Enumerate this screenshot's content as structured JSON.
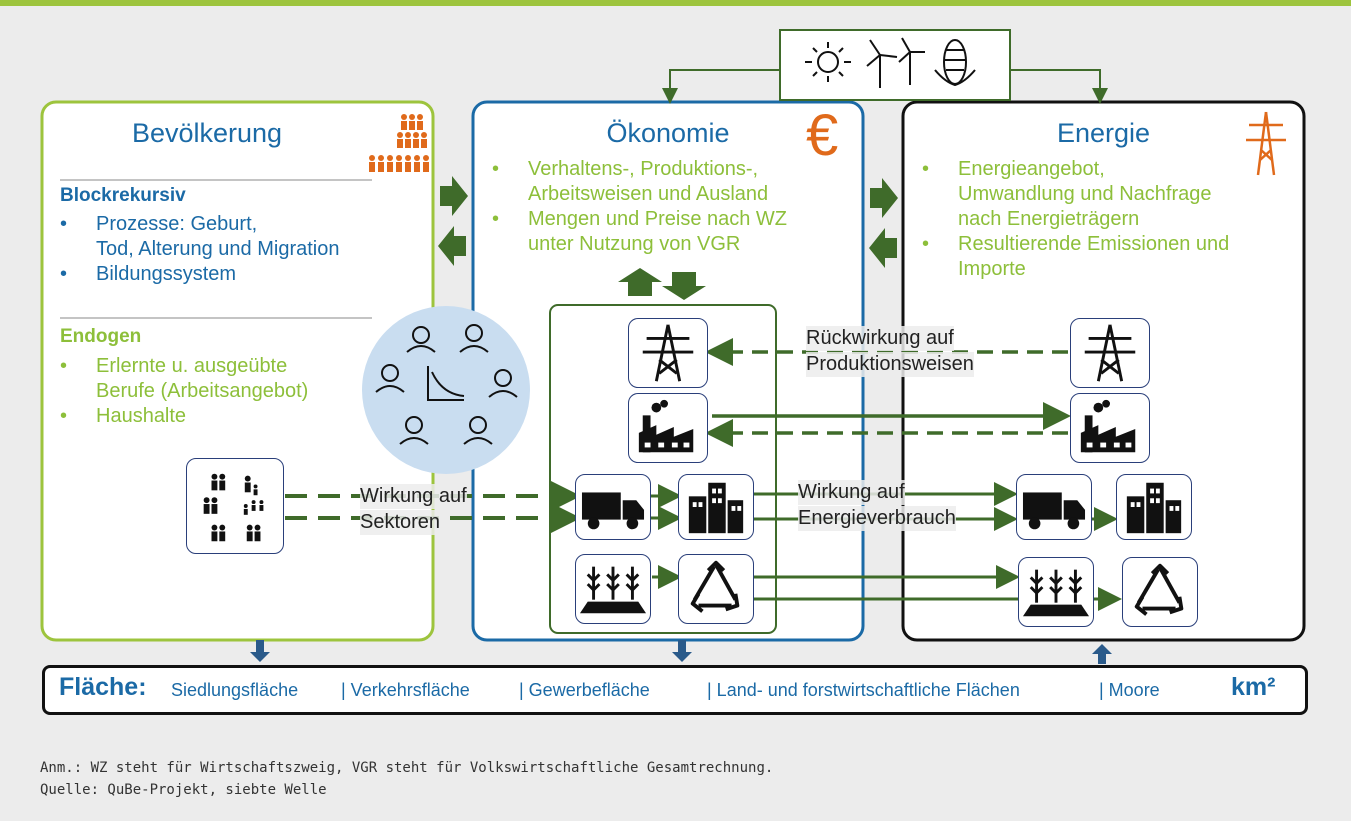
{
  "bevoelkerung": {
    "title": "Bevölkerung",
    "section1_title": "Blockrekursiv",
    "section1_items": [
      "Prozesse: Geburt,",
      "Tod, Alterung und Migration",
      "Bildungssystem"
    ],
    "section2_title": "Endogen",
    "section2_items": [
      "Erlernte u. ausgeübte",
      "Berufe (Arbeitsangebot)",
      "Haushalte"
    ]
  },
  "oekonomie": {
    "title": "Ökonomie",
    "currency_symbol": "€",
    "items": [
      "Verhaltens-, Produktions-,",
      "Arbeitsweisen und Ausland",
      "Mengen und Preise nach WZ",
      "unter Nutzung von VGR"
    ]
  },
  "energie": {
    "title": "Energie",
    "items": [
      "Energieangebot,",
      "Umwandlung und Nachfrage",
      "nach Energieträgern",
      "Resultierende Emissionen und",
      "Importe"
    ]
  },
  "flows": {
    "rueckwirkung_1": "Rückwirkung auf",
    "rueckwirkung_2": "Produktionsweisen",
    "wirkung_sektoren_1": "Wirkung auf",
    "wirkung_sektoren_2": "Sektoren",
    "wirkung_energie_1": "Wirkung auf",
    "wirkung_energie_2": "Energieverbrauch"
  },
  "flaeche": {
    "label": "Fläche:",
    "items": [
      "Siedlungsfläche",
      "| Verkehrsfläche",
      "| Gewerbefläche",
      "| Land- und forstwirtschaftliche Flächen",
      "| Moore"
    ],
    "unit": "km²"
  },
  "notes": {
    "anm": "Anm.: WZ steht für Wirtschaftszweig, VGR steht für Volkswirtschaftliche Gesamtrechnung.",
    "quelle": "Quelle: QuBe-Projekt, siebte Welle"
  },
  "colors": {
    "green_accent": "#8dbf3a",
    "blue_accent": "#1b6aa6",
    "arrow_dark_green": "#3f6b2a",
    "orange": "#e06a1b"
  },
  "icons": [
    "people-pyramid-icon",
    "euro-icon",
    "power-tower-icon",
    "sun-icon",
    "wind-turbine-icon",
    "corn-icon",
    "factory-icon",
    "truck-icon",
    "buildings-icon",
    "wheat-field-icon",
    "recycle-icon",
    "family-icon",
    "occupations-icon"
  ]
}
